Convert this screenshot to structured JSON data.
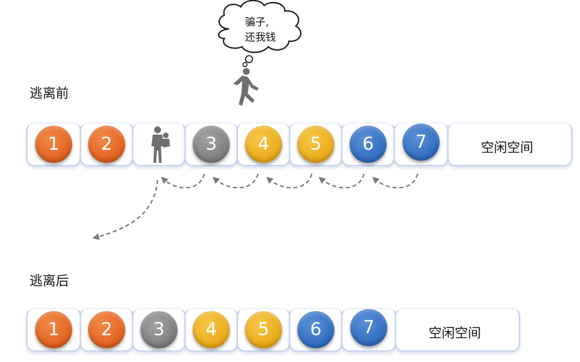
{
  "thought_bubble": {
    "line1": "骗子,",
    "line2": "还我钱"
  },
  "before": {
    "title": "逃离前",
    "slots": [
      {
        "kind": "ball",
        "label": "1",
        "color": "orange"
      },
      {
        "kind": "ball",
        "label": "2",
        "color": "orange"
      },
      {
        "kind": "person",
        "icon": "woman-with-child-icon"
      },
      {
        "kind": "ball",
        "label": "3",
        "color": "gray"
      },
      {
        "kind": "ball",
        "label": "4",
        "color": "yellow"
      },
      {
        "kind": "ball",
        "label": "5",
        "color": "yellow"
      },
      {
        "kind": "ball",
        "label": "6",
        "color": "blue"
      },
      {
        "kind": "ball",
        "label": "7",
        "color": "blue"
      }
    ],
    "free_space": "空闲空间"
  },
  "after": {
    "title": "逃离后",
    "slots": [
      {
        "kind": "ball",
        "label": "1",
        "color": "orange"
      },
      {
        "kind": "ball",
        "label": "2",
        "color": "orange"
      },
      {
        "kind": "ball",
        "label": "3",
        "color": "gray"
      },
      {
        "kind": "ball",
        "label": "4",
        "color": "yellow"
      },
      {
        "kind": "ball",
        "label": "5",
        "color": "yellow"
      },
      {
        "kind": "ball",
        "label": "6",
        "color": "blue"
      },
      {
        "kind": "ball",
        "label": "7",
        "color": "blue"
      }
    ],
    "free_space": "空闲空间"
  },
  "colors": {
    "orange": "#e0601c",
    "gray": "#7d7d7d",
    "yellow": "#eaa916",
    "blue": "#2f6cbf",
    "arrow": "#7a7a7a"
  },
  "icons": {
    "runner": "running-man-icon",
    "cloud": "thought-cloud-icon"
  }
}
